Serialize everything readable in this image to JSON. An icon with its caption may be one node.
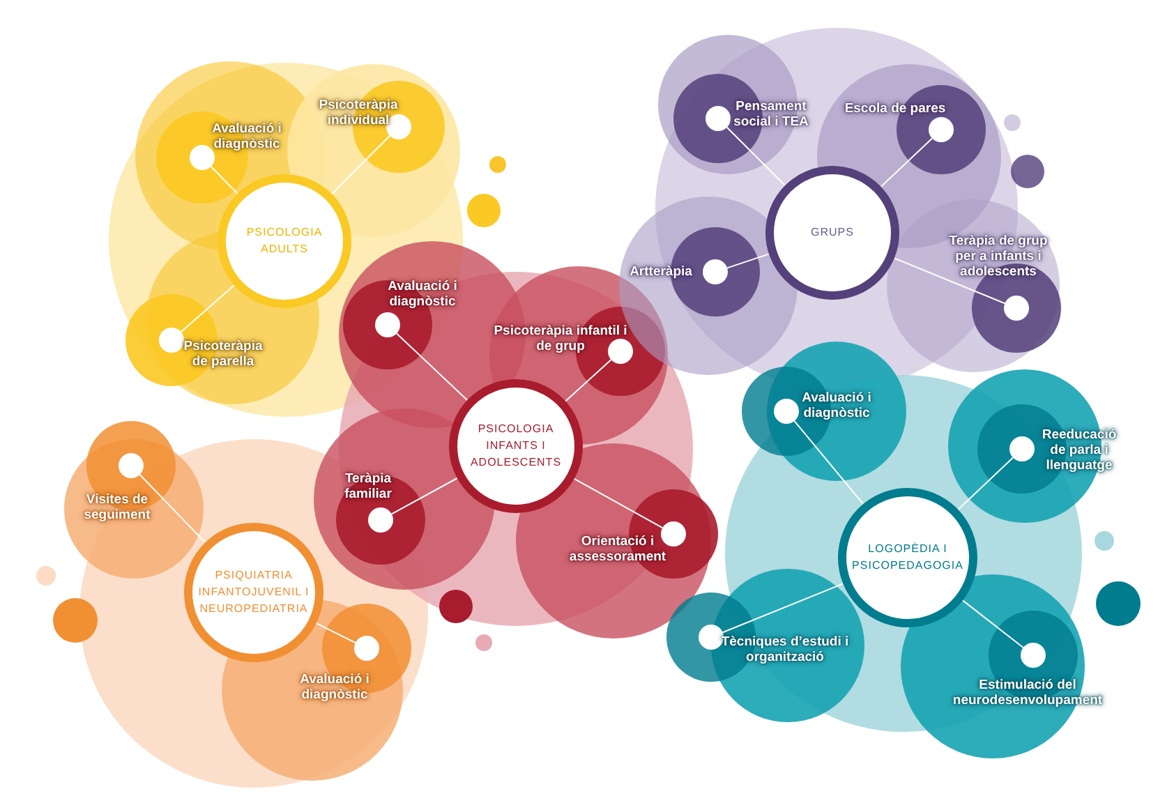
{
  "diagram": {
    "nodes": [
      {
        "text": [
          "PSICOLOGIA ADULTS"
        ]
      },
      {
        "text": [
          "Avaluació i diagnòstic"
        ]
      },
      {
        "text": [
          "Psicoteràpia individual"
        ]
      },
      {
        "text": [
          "Psicoteràpia de parella"
        ]
      },
      {
        "text": [
          "GRUPS"
        ]
      },
      {
        "text": [
          "Pensament social i TEA"
        ]
      },
      {
        "text": [
          "Escola de pares"
        ]
      },
      {
        "text": [
          "Artteràpia"
        ]
      },
      {
        "text": [
          "Teràpia de grup per a infants i adolescents"
        ]
      },
      {
        "text": [
          "PSICOLOGIA INFANTS I ADOLESCENTS"
        ]
      },
      {
        "text": [
          "Avaluació i diagnòstic"
        ]
      },
      {
        "text": [
          "Psicoteràpia infantil i de grup"
        ]
      },
      {
        "text": [
          "Teràpia familiar"
        ]
      },
      {
        "text": [
          "Orientació i assessorament"
        ]
      },
      {
        "text": [
          "PSIQUIATRIA INFANTOJUVENIL I NEUROPEDIATRIA"
        ]
      },
      {
        "text": [
          "Visites de seguiment"
        ]
      },
      {
        "text": [
          "Avaluació i diagnòstic"
        ]
      },
      {
        "text": [
          "LOGOPÈDIA I PSICOPEDAGOGIA"
        ]
      },
      {
        "text": [
          "Avaluació i diagnòstic"
        ]
      },
      {
        "text": [
          "Reeducació de parla i llenguatge"
        ]
      },
      {
        "text": [
          "Tècniques d’estudi i organització"
        ]
      },
      {
        "text": [
          "Estimulació del neurodesenvolupament"
        ]
      }
    ],
    "edges": [
      {
        "from": 0,
        "to": 1,
        "arrow": "none"
      },
      {
        "from": 0,
        "to": 2,
        "arrow": "none"
      },
      {
        "from": 0,
        "to": 3,
        "arrow": "none"
      },
      {
        "from": 4,
        "to": 5,
        "arrow": "none"
      },
      {
        "from": 4,
        "to": 6,
        "arrow": "none"
      },
      {
        "from": 4,
        "to": 7,
        "arrow": "none"
      },
      {
        "from": 4,
        "to": 8,
        "arrow": "none"
      },
      {
        "from": 9,
        "to": 10,
        "arrow": "none"
      },
      {
        "from": 9,
        "to": 11,
        "arrow": "none"
      },
      {
        "from": 9,
        "to": 12,
        "arrow": "none"
      },
      {
        "from": 9,
        "to": 13,
        "arrow": "none"
      },
      {
        "from": 14,
        "to": 15,
        "arrow": "none"
      },
      {
        "from": 14,
        "to": 16,
        "arrow": "none"
      },
      {
        "from": 17,
        "to": 18,
        "arrow": "none"
      },
      {
        "from": 17,
        "to": 19,
        "arrow": "none"
      },
      {
        "from": 17,
        "to": 20,
        "arrow": "none"
      },
      {
        "from": 17,
        "to": 21,
        "arrow": "none"
      }
    ]
  }
}
